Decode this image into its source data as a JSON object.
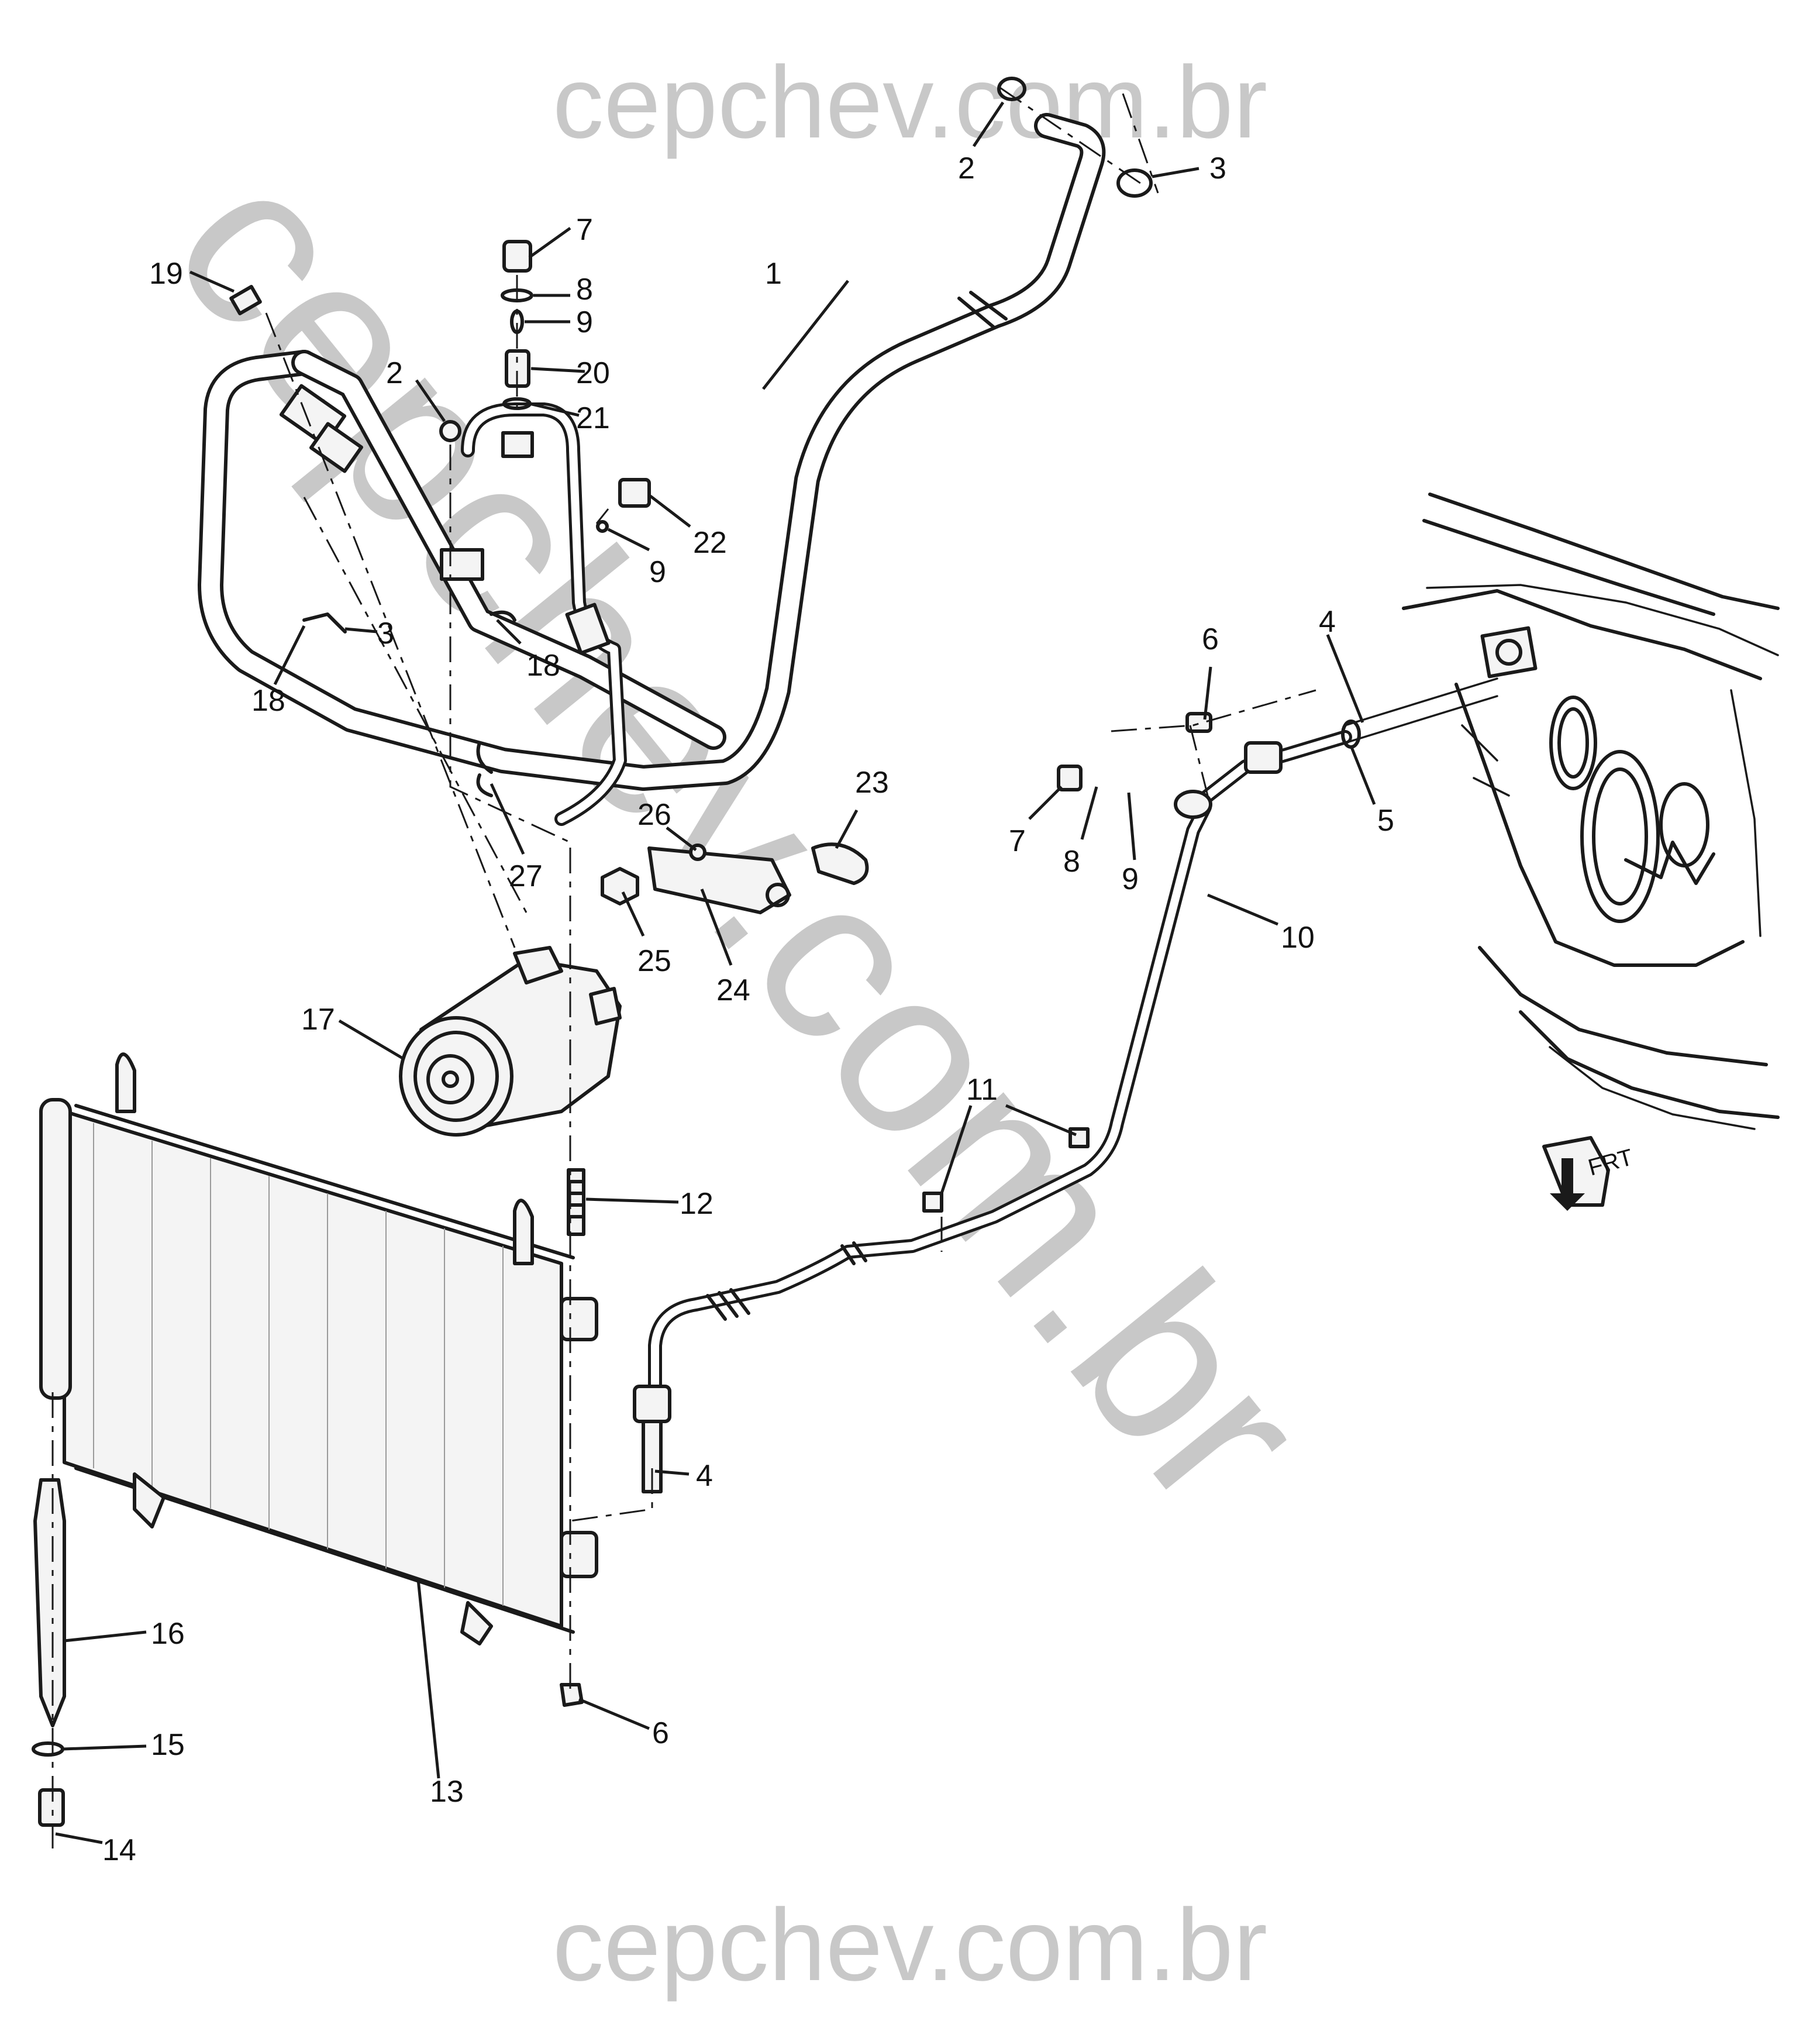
{
  "watermark": {
    "top": "cepchev.com.br",
    "bottom": "cepchev.com.br",
    "diagonal": "cepchev.com.br",
    "color": "#c8c8c8"
  },
  "callouts": [
    {
      "id": "c1",
      "text": "1"
    },
    {
      "id": "c2a",
      "text": "2"
    },
    {
      "id": "c3a",
      "text": "3"
    },
    {
      "id": "c7a",
      "text": "7"
    },
    {
      "id": "c8a",
      "text": "8"
    },
    {
      "id": "c9a",
      "text": "9"
    },
    {
      "id": "c20",
      "text": "20"
    },
    {
      "id": "c21",
      "text": "21"
    },
    {
      "id": "c19",
      "text": "19"
    },
    {
      "id": "c2b",
      "text": "2"
    },
    {
      "id": "c22",
      "text": "22"
    },
    {
      "id": "c9b",
      "text": "9"
    },
    {
      "id": "c3b",
      "text": "3"
    },
    {
      "id": "c18a",
      "text": "18"
    },
    {
      "id": "c18b",
      "text": "18"
    },
    {
      "id": "c27",
      "text": "27"
    },
    {
      "id": "c26",
      "text": "26"
    },
    {
      "id": "c23",
      "text": "23"
    },
    {
      "id": "c25",
      "text": "25"
    },
    {
      "id": "c24",
      "text": "24"
    },
    {
      "id": "c17",
      "text": "17"
    },
    {
      "id": "c6a",
      "text": "6"
    },
    {
      "id": "c4a",
      "text": "4"
    },
    {
      "id": "c5",
      "text": "5"
    },
    {
      "id": "c7b",
      "text": "7"
    },
    {
      "id": "c8b",
      "text": "8"
    },
    {
      "id": "c9c",
      "text": "9"
    },
    {
      "id": "c10",
      "text": "10"
    },
    {
      "id": "c11",
      "text": "11"
    },
    {
      "id": "c12",
      "text": "12"
    },
    {
      "id": "c4b",
      "text": "4"
    },
    {
      "id": "c16",
      "text": "16"
    },
    {
      "id": "c15",
      "text": "15"
    },
    {
      "id": "c13",
      "text": "13"
    },
    {
      "id": "c6b",
      "text": "6"
    },
    {
      "id": "c14",
      "text": "14"
    }
  ],
  "front_indicator": {
    "text": "FRT"
  }
}
